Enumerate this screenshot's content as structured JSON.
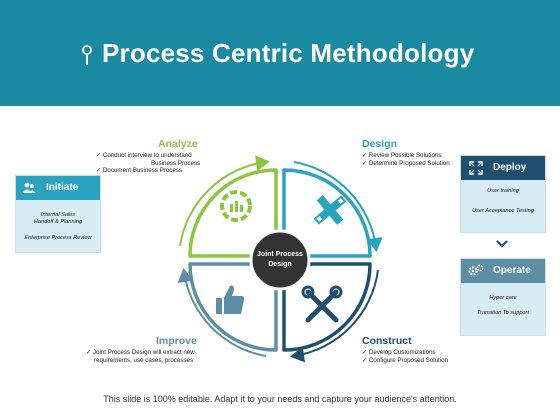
{
  "header": {
    "title": "Process Centric Methodology",
    "bg": "#1a8aa2"
  },
  "colors": {
    "green": "#8cc63f",
    "teal": "#2aa3c0",
    "navy": "#1e4f70",
    "slate": "#5e8da6",
    "center": "#333333"
  },
  "center_label": {
    "line1": "Joint Process",
    "line2": "Design"
  },
  "phases": {
    "analyze": {
      "title": "Analyze",
      "items": [
        "Conduct interview to understand",
        "Business Process",
        "Document Business Process"
      ]
    },
    "design": {
      "title": "Design",
      "items": [
        "Review Possible Solutions",
        "Determine Proposed Solution"
      ]
    },
    "construct": {
      "title": "Construct",
      "items": [
        "Develop Customizations",
        "Configure Proposed Solution"
      ]
    },
    "improve": {
      "title": "Improve",
      "items": [
        "Joint Process Design will extract new",
        "requirements, use cases, processes"
      ]
    }
  },
  "initiate": {
    "title": "Initiate",
    "items": [
      "Internal Sales",
      "Handoff & Planning",
      "Enterprise Process Review"
    ],
    "icon": "users-icon"
  },
  "deploy": {
    "title": "Deploy",
    "items": [
      "User training",
      "User Acceptance Testing"
    ],
    "icon": "expand-arrows-icon"
  },
  "operate": {
    "title": "Operate",
    "items": [
      "Hyper care",
      "Transition To support"
    ],
    "icon": "gears-icon"
  },
  "footer": {
    "note": "This slide is 100% editable. Adapt it to your needs and capture your audience's attention."
  }
}
